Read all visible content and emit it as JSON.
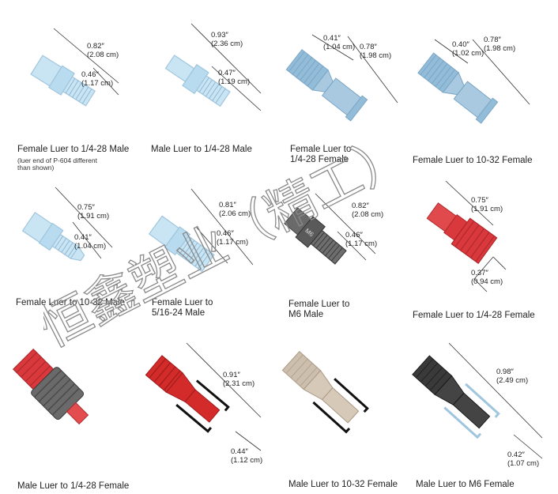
{
  "items": [
    {
      "label_lines": [
        "Female Luer to 1/4-28 Male"
      ],
      "note_lines": [
        "(luer end of P-604 different",
        "than shown)"
      ],
      "dims": [
        {
          "in": "0.82″",
          "cm": "(2.08 cm)"
        },
        {
          "in": "0.46″",
          "cm": "(1.17 cm)"
        }
      ],
      "color": "#c9e4f3"
    },
    {
      "label_lines": [
        "Male Luer to 1/4-28 Male"
      ],
      "note_lines": [],
      "dims": [
        {
          "in": "0.93″",
          "cm": "(2.36 cm)"
        },
        {
          "in": "0.47″",
          "cm": "(1.19 cm)"
        }
      ],
      "color": "#c9e4f3"
    },
    {
      "label_lines": [
        "Female Luer to",
        "1/4-28 Female"
      ],
      "note_lines": [],
      "dims": [
        {
          "in": "0.41″",
          "cm": "(1.04 cm)"
        },
        {
          "in": "0.78″",
          "cm": "(1.98 cm)"
        }
      ],
      "color": "#93bcd8"
    },
    {
      "label_lines": [
        "Female Luer to 10-32 Female"
      ],
      "note_lines": [],
      "dims": [
        {
          "in": "0.40″",
          "cm": "(1.02 cm)"
        },
        {
          "in": "0.78″",
          "cm": "(1.98 cm)"
        }
      ],
      "color": "#93bcd8"
    },
    {
      "label_lines": [
        "Female Luer to 10-32 Male"
      ],
      "note_lines": [],
      "dims": [
        {
          "in": "0.75″",
          "cm": "(1.91 cm)"
        },
        {
          "in": "0.41″",
          "cm": "(1.04 cm)"
        }
      ],
      "color": "#c9e4f3"
    },
    {
      "label_lines": [
        "Female Luer to",
        "5/16-24 Male"
      ],
      "note_lines": [],
      "dims": [
        {
          "in": "0.81″",
          "cm": "(2.06 cm)"
        },
        {
          "in": "0.46″",
          "cm": "(1.17 cm)"
        }
      ],
      "color": "#c9e4f3"
    },
    {
      "label_lines": [
        "Female Luer to",
        "M6 Male"
      ],
      "note_lines": [],
      "dims": [
        {
          "in": "0.82″",
          "cm": "(2.08 cm)"
        },
        {
          "in": "0.46″",
          "cm": "(1.17 cm)"
        }
      ],
      "color": "#5a5a5a"
    },
    {
      "label_lines": [
        "Female Luer to 1/4-28 Female"
      ],
      "note_lines": [],
      "dims": [
        {
          "in": "0.75″",
          "cm": "(1.91 cm)"
        },
        {
          "in": "0.37″",
          "cm": "(0.94 cm)"
        }
      ],
      "color": "#d9383c"
    },
    {
      "label_lines": [
        "Male Luer to 1/4-28 Female"
      ],
      "note_lines": [],
      "dims": [],
      "color": "#d9383c"
    },
    {
      "label_lines": [],
      "note_lines": [],
      "dims": [
        {
          "in": "0.91″",
          "cm": "(2.31 cm)"
        },
        {
          "in": "0.44″",
          "cm": "(1.12 cm)"
        }
      ],
      "color": "#d32a2a"
    },
    {
      "label_lines": [
        "Male Luer to 10-32 Female"
      ],
      "note_lines": [],
      "dims": [],
      "color": "#cdbfae"
    },
    {
      "label_lines": [
        "Male Luer to M6 Female"
      ],
      "note_lines": [],
      "dims": [
        {
          "in": "0.98″",
          "cm": "(2.49 cm)"
        },
        {
          "in": "0.42″",
          "cm": "(1.07 cm)"
        }
      ],
      "color": "#3a3a3a"
    }
  ],
  "part_marking": "M6",
  "watermark": "恒鑫塑业（精工）"
}
